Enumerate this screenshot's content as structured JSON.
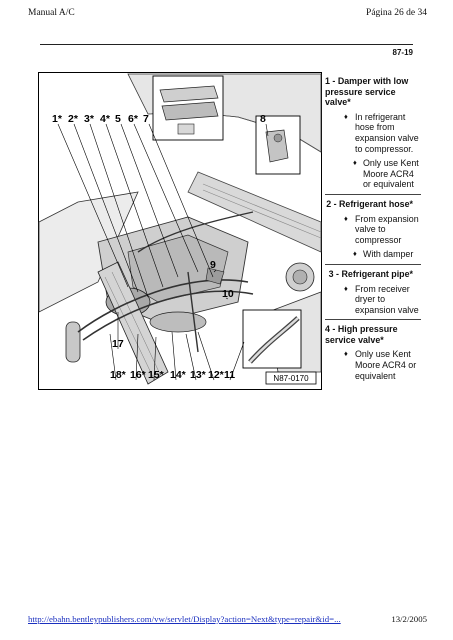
{
  "header": {
    "title": "Manual A/C",
    "page": "Página 26 de 34"
  },
  "section_number": "87-19",
  "figure": {
    "id": "N87-0170",
    "callouts": [
      "1*",
      "2*",
      "3*",
      "4*",
      "5",
      "6*",
      "7",
      "8",
      "9",
      "10",
      "11",
      "12*",
      "13*",
      "14*",
      "15*",
      "16*",
      "17",
      "18*"
    ]
  },
  "legend": [
    {
      "title": "1 - Damper with low pressure service valve*",
      "notes": [
        {
          "level": 1,
          "text": "In refrigerant hose from expansion valve to compressor."
        },
        {
          "level": 2,
          "text": "Only use Kent Moore ACR4 or equivalent"
        }
      ]
    },
    {
      "title": "2 - Refrigerant hose*",
      "notes": [
        {
          "level": 1,
          "text": "From expansion valve to compressor"
        },
        {
          "level": 2,
          "text": "With damper"
        }
      ]
    },
    {
      "title": "3 - Refrigerant pipe*",
      "notes": [
        {
          "level": 1,
          "text": "From receiver dryer to expansion valve"
        }
      ]
    },
    {
      "title": "4 - High pressure service valve*",
      "notes": [
        {
          "level": 1,
          "text": "Only use Kent Moore ACR4 or equivalent"
        }
      ]
    }
  ],
  "footer": {
    "url": "http://ebahn.bentleypublishers.com/vw/servlet/Display?action=Next&type=repair&id=...",
    "date": "13/2/2005"
  }
}
